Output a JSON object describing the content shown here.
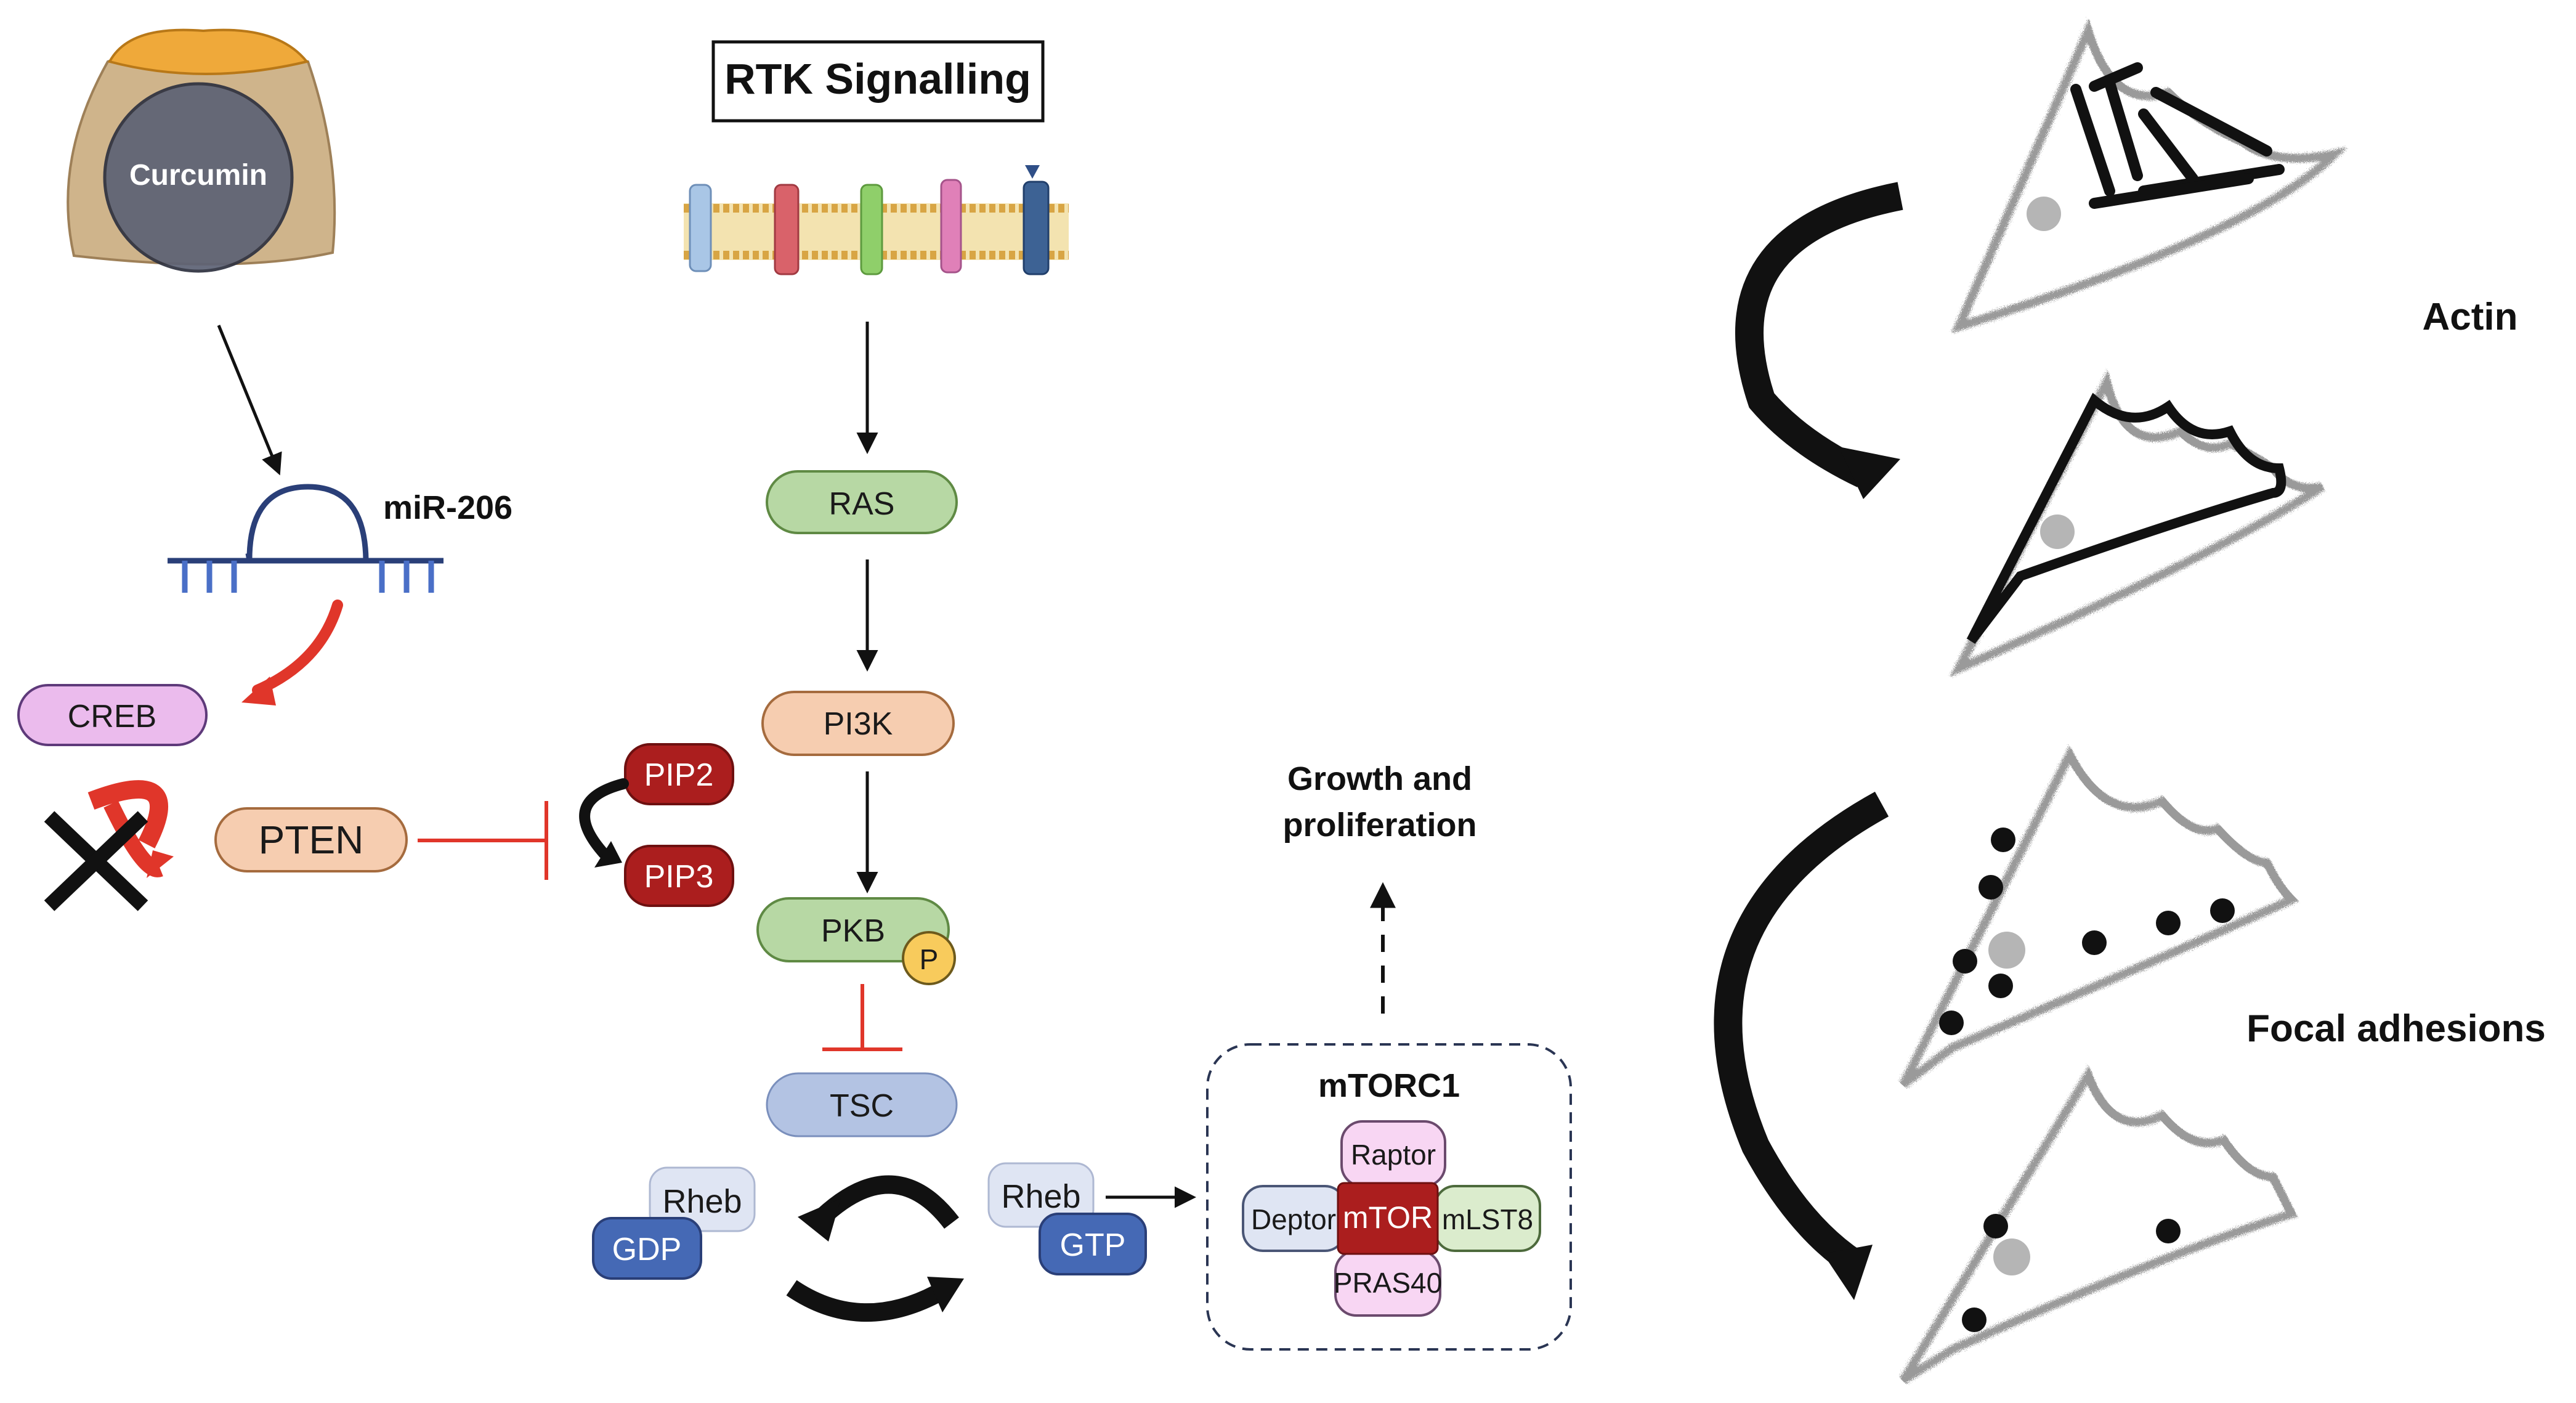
{
  "title": "RTK Signalling",
  "curcumin": {
    "label": "Curcumin"
  },
  "mirna": {
    "label": "miR-206"
  },
  "creb": {
    "label": "CREB"
  },
  "pten": {
    "label": "PTEN"
  },
  "pip2": {
    "label": "PIP2"
  },
  "pip3": {
    "label": "PIP3"
  },
  "ras": {
    "label": "RAS"
  },
  "pi3k": {
    "label": "PI3K"
  },
  "pkb": {
    "label": "PKB",
    "phospho": "P"
  },
  "tsc": {
    "label": "TSC"
  },
  "rheb_gdp": {
    "rheb": "Rheb",
    "gdp": "GDP"
  },
  "rheb_gtp": {
    "rheb": "Rheb",
    "gtp": "GTP"
  },
  "mtorc1": {
    "title": "mTORC1",
    "raptor": "Raptor",
    "deptor": "Deptor",
    "mtor": "mTOR",
    "mlst8": "mLST8",
    "pras40": "PRAS40"
  },
  "outcome": {
    "line1": "Growth and",
    "line2": "proliferation"
  },
  "right_labels": {
    "actin": "Actin",
    "focal": "Focal adhesions"
  },
  "colors": {
    "green": "#b7d8a4",
    "peach": "#f6cdb0",
    "lavender": "#b3c3e3",
    "pink": "#ebbbed",
    "dark_red": "#ab1e1e",
    "blue": "#4569b5",
    "red_line": "#e0362a",
    "yellow": "#f8cb5c"
  }
}
